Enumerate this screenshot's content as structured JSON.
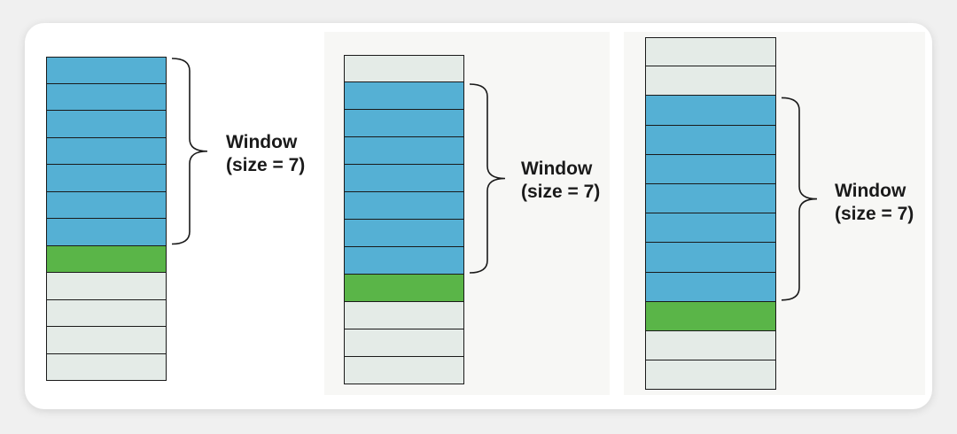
{
  "diagrams": [
    {
      "cells": [
        "window",
        "window",
        "window",
        "window",
        "window",
        "window",
        "window",
        "current",
        "idle",
        "idle",
        "idle",
        "idle"
      ],
      "label_line1": "Window",
      "label_line2": "(size = 7)"
    },
    {
      "cells": [
        "idle",
        "window",
        "window",
        "window",
        "window",
        "window",
        "window",
        "window",
        "current",
        "idle",
        "idle",
        "idle"
      ],
      "label_line1": "Window",
      "label_line2": "(size = 7)"
    },
    {
      "cells": [
        "idle",
        "idle",
        "window",
        "window",
        "window",
        "window",
        "window",
        "window",
        "window",
        "current",
        "idle",
        "idle"
      ],
      "label_line1": "Window",
      "label_line2": "(size = 7)"
    }
  ],
  "colors": {
    "window": "#55b0d4",
    "current": "#5ab548",
    "idle": "#e4ebe7",
    "border": "#1a1a1a"
  }
}
